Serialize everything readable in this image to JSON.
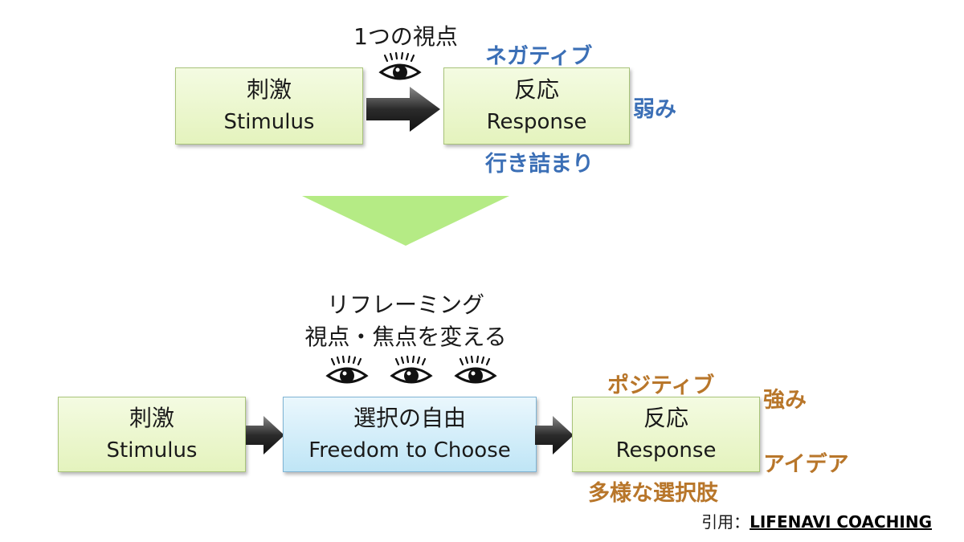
{
  "top": {
    "viewpoint_label": "1つの視点",
    "stimulus": {
      "jp": "刺激",
      "en": "Stimulus"
    },
    "response": {
      "jp": "反応",
      "en": "Response"
    },
    "negative_labels": [
      "ネガティブ",
      "弱み",
      "行き詰まり"
    ]
  },
  "bottom": {
    "reframing_line1": "リフレーミング",
    "reframing_line2": "視点・焦点を変える",
    "stimulus": {
      "jp": "刺激",
      "en": "Stimulus"
    },
    "freedom": {
      "jp": "選択の自由",
      "en": "Freedom to Choose"
    },
    "response": {
      "jp": "反応",
      "en": "Response"
    },
    "positive_labels": [
      "ポジティブ",
      "強み",
      "アイデア",
      "多様な選択肢"
    ]
  },
  "credit": {
    "prefix": "引用：",
    "link": "LIFENAVI COACHING"
  },
  "colors": {
    "box_green": "#e4f3bd",
    "box_blue": "#bfe5f6",
    "negative_text": "#3b6fb6",
    "positive_text": "#b8762a",
    "down_triangle": "#b5eb85"
  }
}
